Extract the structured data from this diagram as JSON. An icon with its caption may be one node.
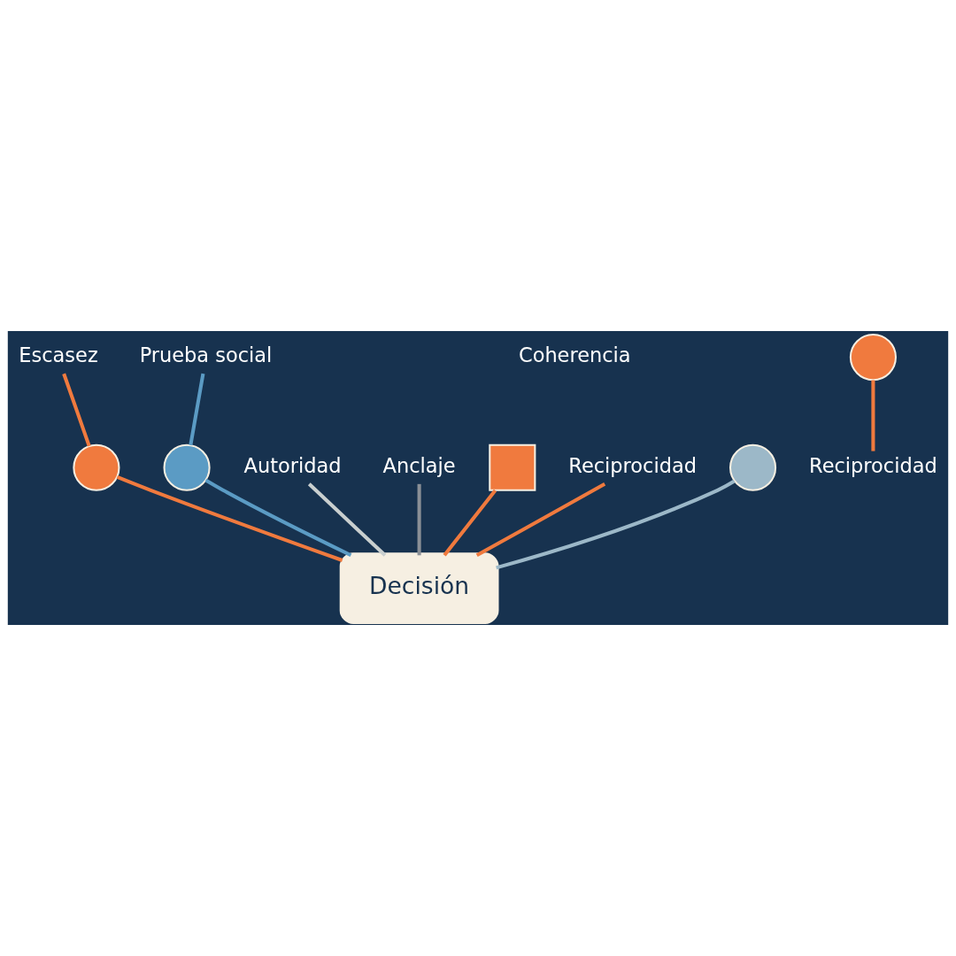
{
  "diagram": {
    "nodes": [
      {
        "text": [
          "Decisión"
        ]
      },
      {
        "text": [
          "Escasez"
        ]
      },
      {
        "text": [],
        "shape": "circle"
      },
      {
        "text": [
          "Prueba social"
        ]
      },
      {
        "text": [],
        "shape": "circle"
      },
      {
        "text": [
          "Autoridad"
        ]
      },
      {
        "text": [
          "Anclaje"
        ]
      },
      {
        "text": [
          "Coherencia"
        ]
      },
      {
        "text": [],
        "shape": "box"
      },
      {
        "text": [
          "Reciprocidad"
        ]
      },
      {
        "text": [],
        "shape": "circle"
      },
      {
        "text": [
          "Reciprocidad"
        ]
      },
      {
        "text": [],
        "shape": "circle"
      }
    ],
    "edges": [
      {
        "from": 1,
        "to": 2,
        "arrow": "none"
      },
      {
        "from": 2,
        "to": 0,
        "arrow": "none"
      },
      {
        "from": 3,
        "to": 4,
        "arrow": "none",
        "color": "#5b9bc4"
      },
      {
        "from": 4,
        "to": 0,
        "arrow": "none",
        "color": "#5b9bc4"
      },
      {
        "from": 5,
        "to": 0,
        "arrow": "none",
        "color": "#c9cfcf"
      },
      {
        "from": 12,
        "to": 0,
        "arrow": "none",
        "color": "#9cb8c8"
      },
      {
        "from": 6,
        "to": 0,
        "arrow": "none",
        "color": "#8a8f96"
      },
      {
        "from": 8,
        "to": 0,
        "arrow": "none"
      },
      {
        "from": 10,
        "to": 9,
        "arrow": "none"
      },
      {
        "from": 11,
        "to": 0,
        "arrow": "none"
      }
    ]
  }
}
